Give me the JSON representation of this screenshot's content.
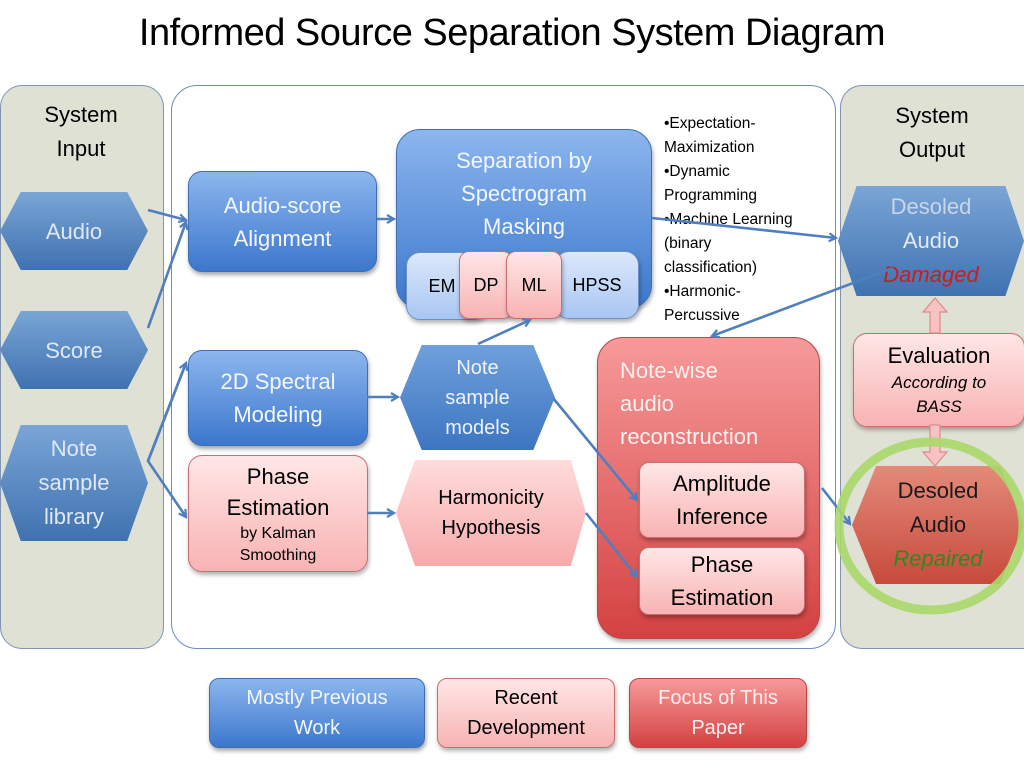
{
  "title": "Informed Source Separation System Diagram",
  "colors": {
    "previous_work": "#4a82d0",
    "recent_development": "#fbc5c5",
    "focus_of_paper": "#e06060",
    "input_panel_bg": "#dfe1d5",
    "damaged_text": "#d11a1a",
    "repaired_text": "#2d8a1e",
    "highlight_ring": "#a8d86a"
  },
  "input_panel": {
    "heading_line1": "System",
    "heading_line2": "Input",
    "nodes": [
      {
        "id": "audio",
        "label": "Audio"
      },
      {
        "id": "score",
        "label": "Score"
      },
      {
        "id": "note-sample-library",
        "line1": "Note",
        "line2": "sample",
        "line3": "library"
      }
    ]
  },
  "main_panel": {
    "audio_score_alignment": {
      "line1": "Audio-score",
      "line2": "Alignment"
    },
    "separation": {
      "line1": "Separation by",
      "line2": "Spectrogram",
      "line3": "Masking",
      "methods": [
        "EM",
        "DP",
        "ML",
        "HPSS"
      ]
    },
    "method_notes": [
      "•Expectation-",
      "Maximization",
      "•Dynamic",
      "Programming",
      "•Machine Learning",
      "(binary",
      "classification)",
      "•Harmonic-",
      "Percussive"
    ],
    "spectral_modeling": {
      "line1": "2D Spectral",
      "line2": "Modeling"
    },
    "note_sample_models": {
      "line1": "Note",
      "line2": "sample",
      "line3": "models"
    },
    "phase_estimation_kalman": {
      "line1": "Phase",
      "line2": "Estimation",
      "line3": "by Kalman",
      "line4": "Smoothing"
    },
    "harmonicity": {
      "line1": "Harmonicity",
      "line2": "Hypothesis"
    },
    "reconstruction": {
      "line1": "Note-wise",
      "line2": "audio",
      "line3": "reconstruction",
      "amplitude": {
        "line1": "Amplitude",
        "line2": "Inference"
      },
      "phase": {
        "line1": "Phase",
        "line2": "Estimation"
      }
    }
  },
  "output_panel": {
    "heading_line1": "System",
    "heading_line2": "Output",
    "damaged": {
      "line1": "Desoled",
      "line2": "Audio",
      "status": "Damaged"
    },
    "evaluation": {
      "line1": "Evaluation",
      "line2": "According to",
      "line3": "BASS"
    },
    "repaired": {
      "line1": "Desoled",
      "line2": "Audio",
      "status": "Repaired"
    }
  },
  "legend": [
    {
      "line1": "Mostly Previous",
      "line2": "Work"
    },
    {
      "line1": "Recent",
      "line2": "Development"
    },
    {
      "line1": "Focus of This",
      "line2": "Paper"
    }
  ]
}
